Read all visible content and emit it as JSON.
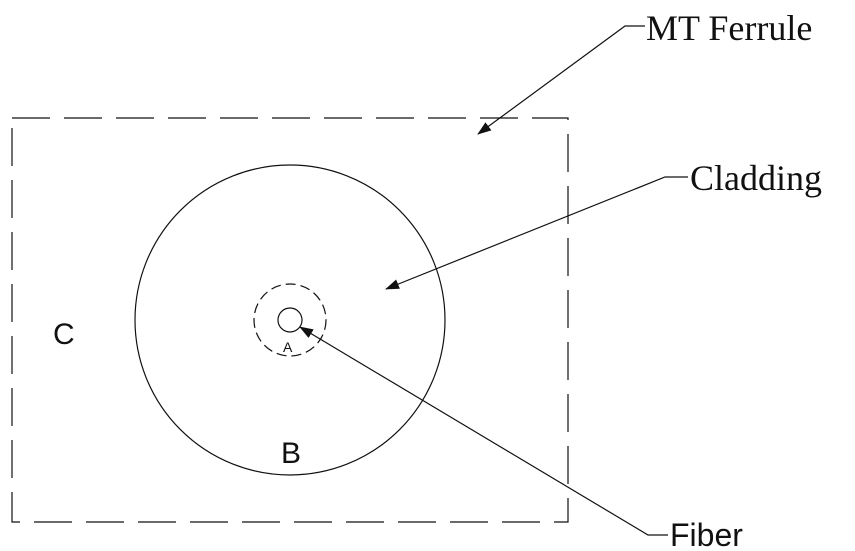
{
  "labels": {
    "mt_ferrule": "MT Ferrule",
    "cladding": "Cladding",
    "fiber": "Fiber",
    "region_a": "A",
    "region_b": "B",
    "region_c": "C"
  },
  "colors": {
    "line": "#111111",
    "background": "#ffffff"
  }
}
